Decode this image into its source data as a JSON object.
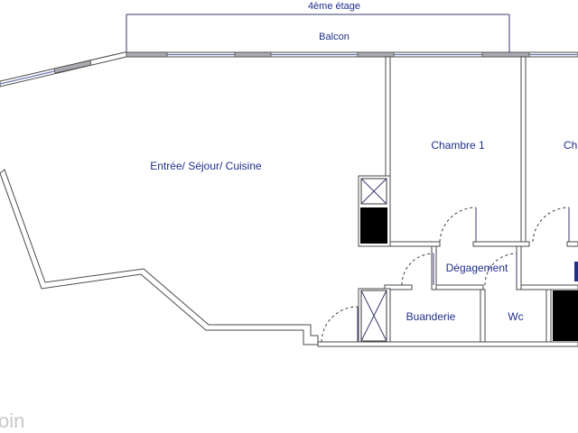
{
  "plan": {
    "floor_label": "4ème étage",
    "rooms": {
      "balcon": "Balcon",
      "sejour": "Entrée/ Séjour/ Cuisine",
      "chambre1": "Chambre 1",
      "chambre2_partial": "Ch",
      "degagement": "Dégagement",
      "buanderie": "Buanderie",
      "wc": "Wc"
    },
    "watermark_partial": "oin"
  },
  "colors": {
    "label": "#1f2f8a",
    "wall_stroke": "#4a4a4a",
    "wall_fill": "#a9a9b0",
    "window": "#6a76b0"
  }
}
